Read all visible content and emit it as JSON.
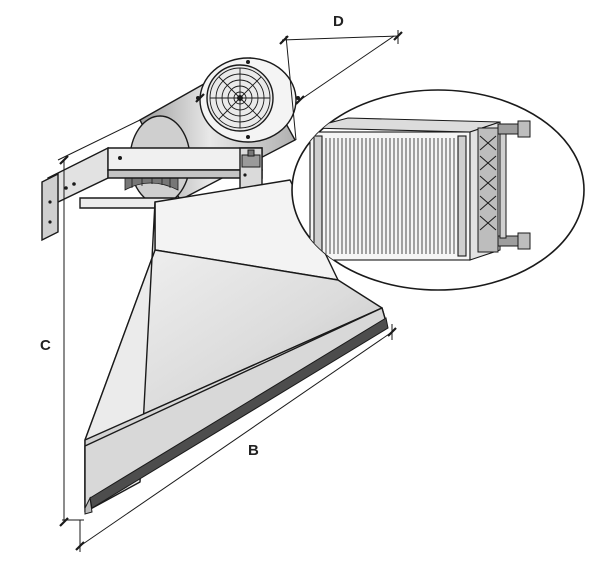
{
  "diagram": {
    "dimension_labels": {
      "d": "D",
      "c": "C",
      "b": "B"
    },
    "colors": {
      "line": "#1a1a1a",
      "body_light": "#f0f0f0",
      "body_mid": "#d6d6d6",
      "body_dark": "#a8a8a8",
      "strip": "#555555"
    }
  }
}
